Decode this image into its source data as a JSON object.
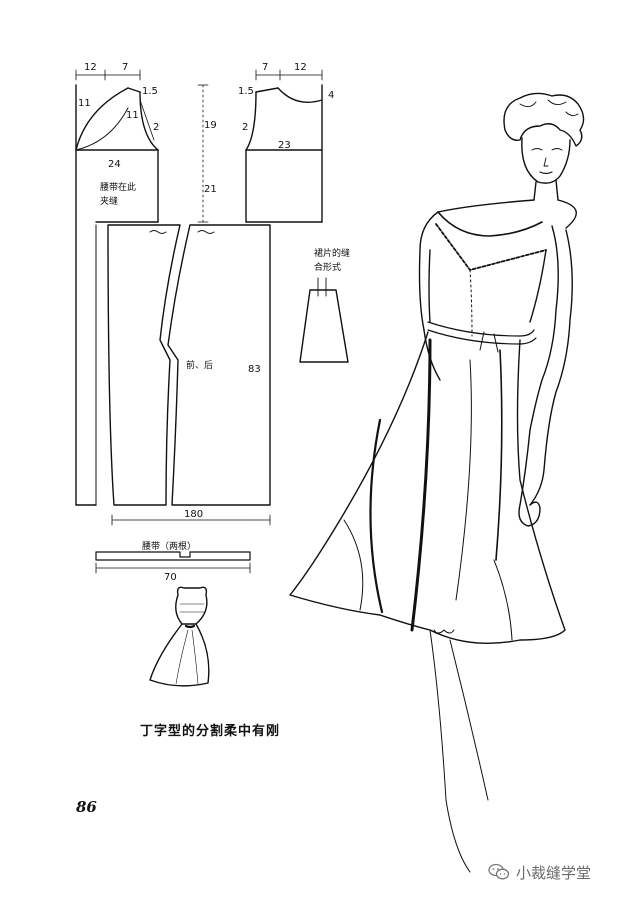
{
  "pattern": {
    "bodice_back": {
      "top_left": "12",
      "top_right": "7",
      "armhole_depth": "11",
      "neck_side": "11",
      "shoulder_drop": "1.5",
      "side": "2",
      "width": "24",
      "note": "腰带在此\n夹缝"
    },
    "bodice_front": {
      "top_left": "7",
      "top_right": "12",
      "shoulder_drop_left": "1.5",
      "shoulder_drop_right": "4",
      "side": "2",
      "width": "23"
    },
    "center_lengths": {
      "upper": "19",
      "lower": "21"
    },
    "skirt": {
      "label": "前、后",
      "length": "83",
      "width": "180"
    },
    "side_view_note": "裙片的缝\n合形式",
    "belt": {
      "label": "腰带（两根）",
      "length": "70"
    }
  },
  "caption": "丁字型的分割柔中有刚",
  "page_number": "86",
  "watermark": {
    "text": "小裁缝学堂",
    "icon": "chat-bubbles-icon"
  }
}
